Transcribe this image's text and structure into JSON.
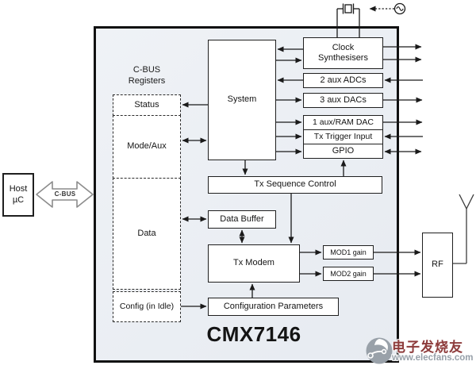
{
  "host": {
    "line1": "Host",
    "line2": "µC"
  },
  "cbus": {
    "label": "C-BUS"
  },
  "chip": {
    "name": "CMX7146"
  },
  "registers": {
    "title1": "C-BUS",
    "title2": "Registers",
    "status": "Status",
    "mode_aux": "Mode/Aux",
    "data": "Data",
    "config": "Config (in Idle)"
  },
  "blocks": {
    "system": "System",
    "clock1": "Clock",
    "clock2": "Synthesisers",
    "adcs": "2 aux ADCs",
    "dacs": "3 aux DACs",
    "ram_dac": "1 aux/RAM DAC",
    "tx_trigger": "Tx Trigger Input",
    "gpio": "GPIO",
    "tx_seq": "Tx Sequence Control",
    "data_buffer": "Data Buffer",
    "tx_modem": "Tx Modem",
    "mod1": "MOD1 gain",
    "mod2": "MOD2 gain",
    "config_params": "Configuration Parameters",
    "rf": "RF"
  },
  "watermark": {
    "cn": "电子发烧友",
    "url": "www.elecfans.com"
  },
  "colors": {
    "chip_fill": "#eaeef3",
    "line": "#1a1a1a",
    "bus_arrow_outline": "#8c8c8c",
    "watermark_red": "#8d3b3b",
    "watermark_gray": "#97a0a9"
  }
}
